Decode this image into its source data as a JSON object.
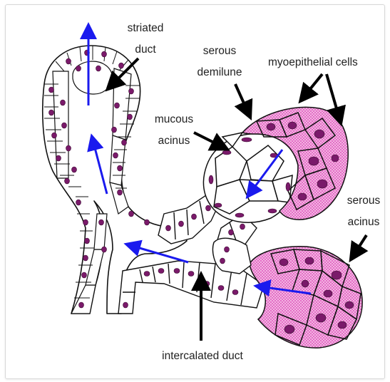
{
  "labels": {
    "striated_duct": [
      "striated",
      "duct"
    ],
    "serous_demilune": [
      "serous",
      "demilune"
    ],
    "myoepithelial_cells": "myoepithelial cells",
    "mucous_acinus": [
      "mucous",
      "acinus"
    ],
    "serous_acinus": [
      "serous",
      "acinus"
    ],
    "intercalated_duct": "intercalated duct"
  },
  "colors": {
    "outline": "#111111",
    "nucleus": "#7a1a6a",
    "serous_fill": "#ef9ed8",
    "flow_arrow": "#1a1aee",
    "pointer_arrow": "#000000"
  }
}
